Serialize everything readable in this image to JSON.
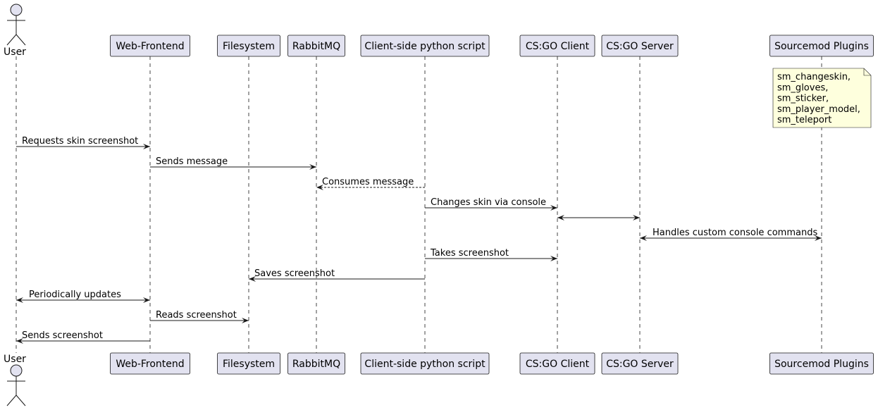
{
  "participants": [
    {
      "id": "user",
      "label": "User",
      "kind": "actor"
    },
    {
      "id": "web",
      "label": "Web-Frontend",
      "kind": "box"
    },
    {
      "id": "fs",
      "label": "Filesystem",
      "kind": "box"
    },
    {
      "id": "mq",
      "label": "RabbitMQ",
      "kind": "box"
    },
    {
      "id": "py",
      "label": "Client-side python script",
      "kind": "box"
    },
    {
      "id": "client",
      "label": "CS:GO Client",
      "kind": "box"
    },
    {
      "id": "server",
      "label": "CS:GO Server",
      "kind": "box"
    },
    {
      "id": "sm",
      "label": "Sourcemod Plugins",
      "kind": "box"
    }
  ],
  "note": {
    "over": "sm",
    "lines": [
      "sm_changeskin,",
      "sm_gloves,",
      "sm_sticker,",
      "sm_player_model,",
      "sm_teleport"
    ]
  },
  "messages": [
    {
      "from": "user",
      "to": "web",
      "label": "Requests skin screenshot",
      "style": "solid",
      "heads": "end"
    },
    {
      "from": "web",
      "to": "mq",
      "label": "Sends message",
      "style": "solid",
      "heads": "end"
    },
    {
      "from": "py",
      "to": "mq",
      "label": "Consumes message",
      "style": "dashed",
      "heads": "end"
    },
    {
      "from": "py",
      "to": "client",
      "label": "Changes skin via console",
      "style": "solid",
      "heads": "end"
    },
    {
      "from": "client",
      "to": "server",
      "label": "",
      "style": "solid",
      "heads": "both"
    },
    {
      "from": "server",
      "to": "sm",
      "label": "Handles custom console commands",
      "style": "solid",
      "heads": "both"
    },
    {
      "from": "py",
      "to": "client",
      "label": "Takes screenshot",
      "style": "solid",
      "heads": "end"
    },
    {
      "from": "py",
      "to": "fs",
      "label": "Saves screenshot",
      "style": "solid",
      "heads": "end"
    },
    {
      "from": "user",
      "to": "web",
      "label": "Periodically updates",
      "style": "solid",
      "heads": "both"
    },
    {
      "from": "web",
      "to": "fs",
      "label": "Reads screenshot",
      "style": "solid",
      "heads": "end"
    },
    {
      "from": "web",
      "to": "user",
      "label": "Sends screenshot",
      "style": "solid",
      "heads": "end"
    }
  ],
  "colors": {
    "participant_fill": "#E2E2F0",
    "participant_border": "#181818",
    "note_fill": "#FEFFDD",
    "line": "#181818"
  }
}
